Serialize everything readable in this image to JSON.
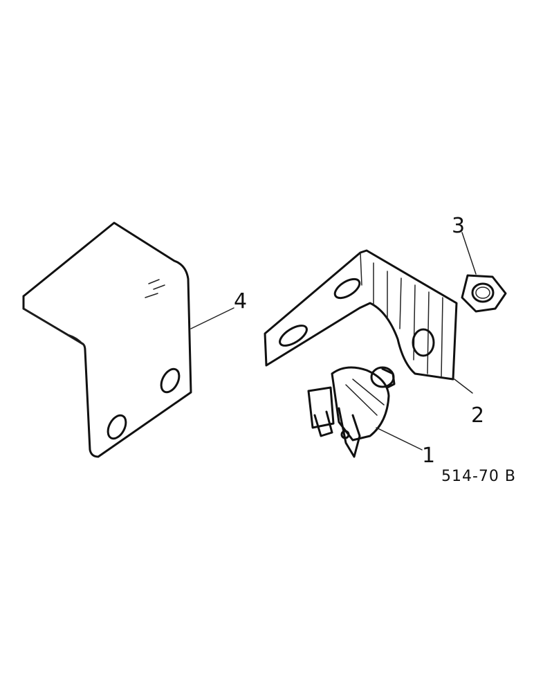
{
  "callouts": {
    "switch": "1",
    "bracket_small": "2",
    "nut": "3",
    "bracket_large": "4"
  },
  "reference": "514-70 B"
}
